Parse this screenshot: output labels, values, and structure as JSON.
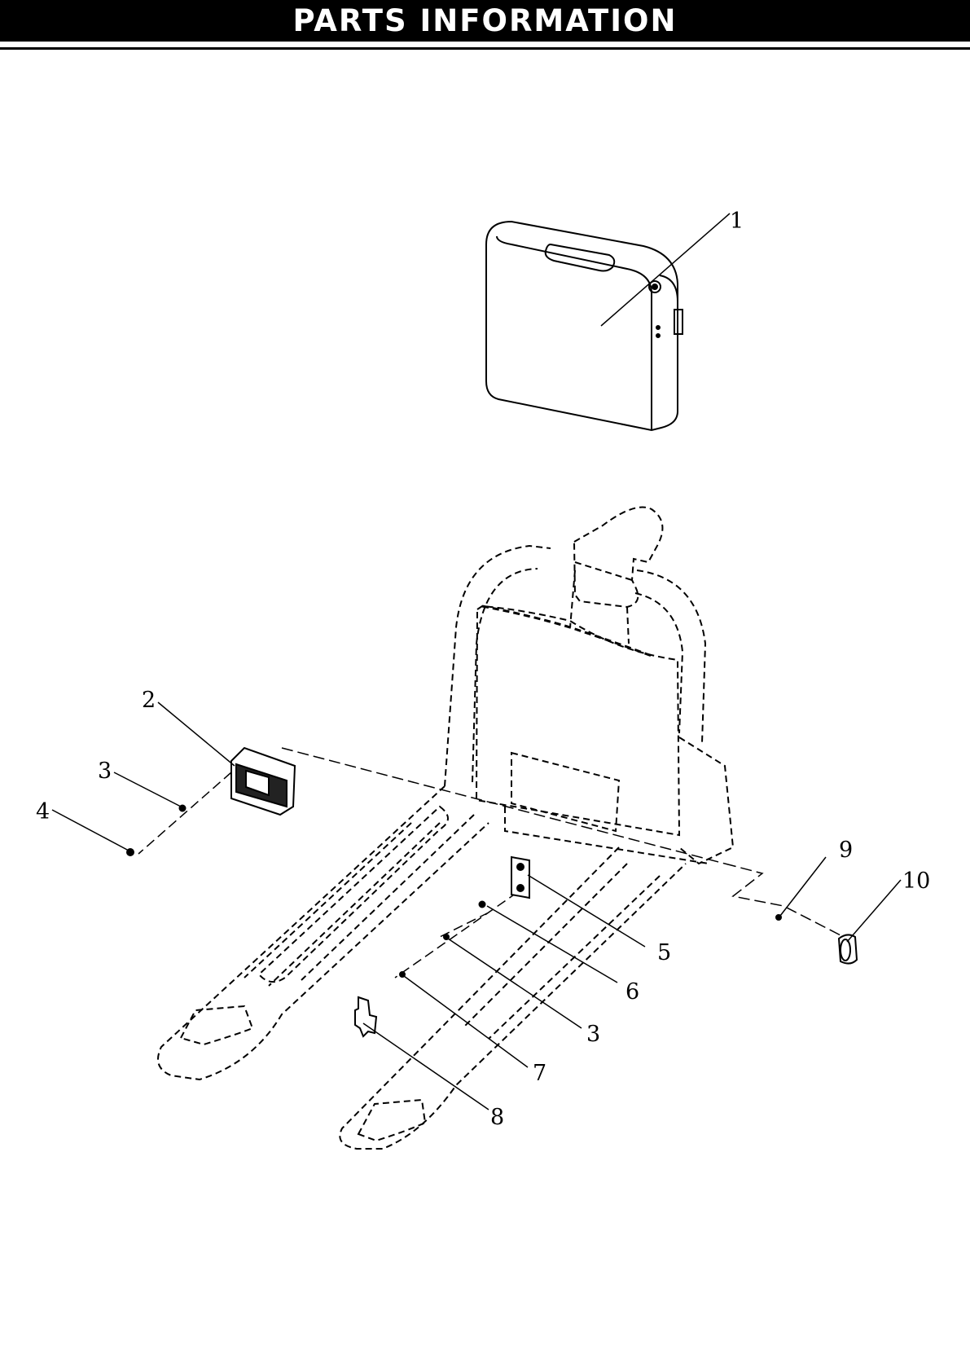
{
  "header": {
    "title": "PARTS INFORMATION"
  },
  "diagram": {
    "callouts": [
      {
        "label": "1"
      },
      {
        "label": "2"
      },
      {
        "label": "3"
      },
      {
        "label": "4"
      },
      {
        "label": "5"
      },
      {
        "label": "6"
      },
      {
        "label": "3"
      },
      {
        "label": "7"
      },
      {
        "label": "8"
      },
      {
        "label": "9"
      },
      {
        "label": "10"
      }
    ]
  },
  "colors": {
    "header_background": "#000000",
    "header_text": "#ffffff",
    "line": "#000000"
  }
}
